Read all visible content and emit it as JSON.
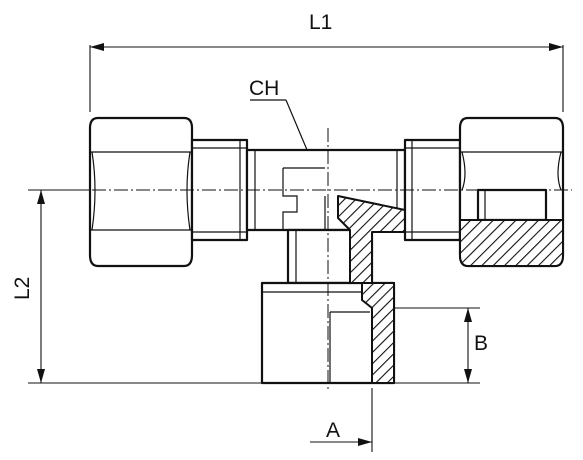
{
  "labels": {
    "l1": "L1",
    "l2": "L2",
    "ch": "CH",
    "a": "A",
    "b": "B"
  }
}
